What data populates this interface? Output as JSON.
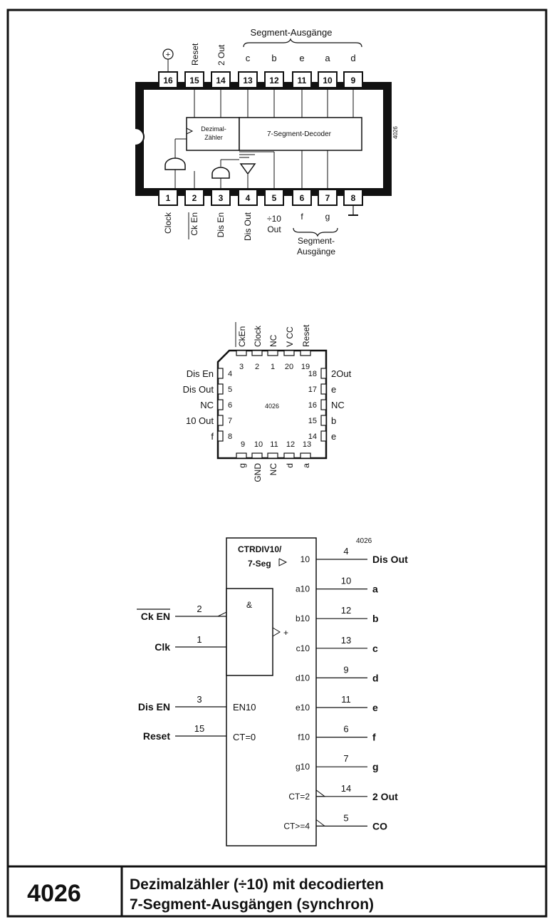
{
  "dip": {
    "ic_label": "4026",
    "segment_header_top": "Segment-Ausgänge",
    "segment_header_bottom": [
      "Segment-",
      "Ausgänge"
    ],
    "decoder_label": "7-Segment-Decoder",
    "counter_label": [
      "Dezimal-",
      "Zähler"
    ],
    "top_pins": [
      {
        "num": "16",
        "label": "⊕"
      },
      {
        "num": "15",
        "label": "Reset"
      },
      {
        "num": "14",
        "label": "2 Out"
      },
      {
        "num": "13",
        "label": "c"
      },
      {
        "num": "12",
        "label": "b"
      },
      {
        "num": "11",
        "label": "e"
      },
      {
        "num": "10",
        "label": "a"
      },
      {
        "num": "9",
        "label": "d"
      }
    ],
    "bottom_pins": [
      {
        "num": "1",
        "label": "Clock"
      },
      {
        "num": "2",
        "label": "Ck En"
      },
      {
        "num": "3",
        "label": "Dis En"
      },
      {
        "num": "4",
        "label": "Dis Out"
      },
      {
        "num": "5",
        "label": [
          "÷10",
          "Out"
        ]
      },
      {
        "num": "6",
        "label": "f"
      },
      {
        "num": "7",
        "label": "g"
      },
      {
        "num": "8",
        "label": "⊥"
      }
    ]
  },
  "plcc": {
    "ic_label": "4026",
    "top": [
      {
        "num": "3",
        "label": "CkEn"
      },
      {
        "num": "2",
        "label": "Clock"
      },
      {
        "num": "1",
        "label": "NC"
      },
      {
        "num": "20",
        "label": "V CC"
      },
      {
        "num": "19",
        "label": "Reset"
      }
    ],
    "left": [
      {
        "num": "4",
        "label": "Dis En"
      },
      {
        "num": "5",
        "label": "Dis Out"
      },
      {
        "num": "6",
        "label": "NC"
      },
      {
        "num": "7",
        "label": "10 Out"
      },
      {
        "num": "8",
        "label": "f"
      }
    ],
    "right": [
      {
        "num": "18",
        "label": "2Out"
      },
      {
        "num": "17",
        "label": "e"
      },
      {
        "num": "16",
        "label": "NC"
      },
      {
        "num": "15",
        "label": "b"
      },
      {
        "num": "14",
        "label": "e"
      }
    ],
    "bottom": [
      {
        "num": "9",
        "label": "g"
      },
      {
        "num": "10",
        "label": "GND"
      },
      {
        "num": "11",
        "label": "NC"
      },
      {
        "num": "12",
        "label": "d"
      },
      {
        "num": "13",
        "label": "a"
      }
    ]
  },
  "logic": {
    "block_title_1": "CTRDIV10/",
    "block_title_2": "7-Seg",
    "top_pin": "4026",
    "and_label": "&",
    "plus_label": "+",
    "en_label": "EN10",
    "ct_label": "CT=0",
    "inputs": [
      {
        "name": "Ck EN",
        "pin": "2"
      },
      {
        "name": "Clk",
        "pin": "1"
      },
      {
        "name": "Dis EN",
        "pin": "3"
      },
      {
        "name": "Reset",
        "pin": "15"
      }
    ],
    "outputs": [
      {
        "inner": "10",
        "pin": "4",
        "name": "Dis Out"
      },
      {
        "inner": "a10",
        "pin": "10",
        "name": "a"
      },
      {
        "inner": "b10",
        "pin": "12",
        "name": "b"
      },
      {
        "inner": "c10",
        "pin": "13",
        "name": "c"
      },
      {
        "inner": "d10",
        "pin": "9",
        "name": "d"
      },
      {
        "inner": "e10",
        "pin": "11",
        "name": "e"
      },
      {
        "inner": "f10",
        "pin": "6",
        "name": "f"
      },
      {
        "inner": "g10",
        "pin": "7",
        "name": "g"
      },
      {
        "inner": "CT=2",
        "pin": "14",
        "name": "2 Out"
      },
      {
        "inner": "CT>=4",
        "pin": "5",
        "name": "CO"
      }
    ]
  },
  "footer": {
    "number": "4026",
    "title_line1": "Dezimalzähler (÷10) mit decodierten",
    "title_line2": "7-Segment-Ausgängen (synchron)"
  }
}
